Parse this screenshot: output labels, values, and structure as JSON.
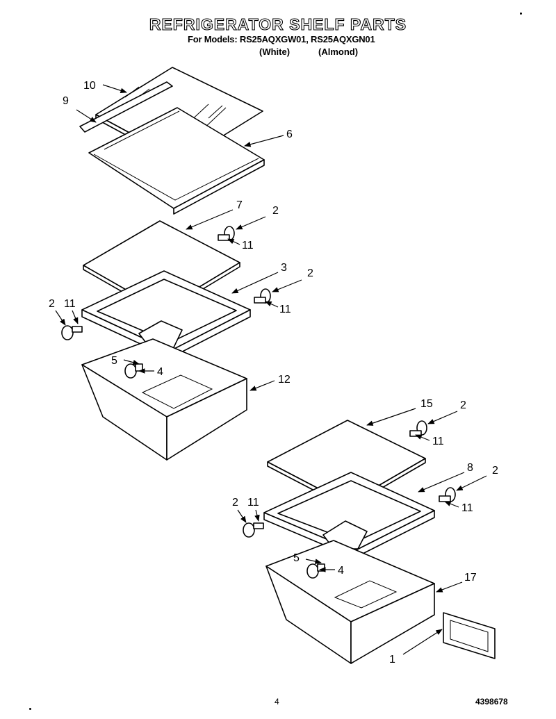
{
  "header": {
    "title": "REFRIGERATOR SHELF PARTS",
    "models": "For Models: RS25AQXGW01, RS25AQXGN01",
    "color_white": "(White)",
    "color_almond": "(Almond)"
  },
  "callouts": {
    "p1": "1",
    "p2a": "2",
    "p2b": "2",
    "p2c": "2",
    "p2d": "2",
    "p2e": "2",
    "p2f": "2",
    "p3": "3",
    "p4a": "4",
    "p4b": "4",
    "p5a": "5",
    "p5b": "5",
    "p6": "6",
    "p7": "7",
    "p8": "8",
    "p9": "9",
    "p10": "10",
    "p11a": "11",
    "p11b": "11",
    "p11c": "11",
    "p11d": "11",
    "p11e": "11",
    "p11f": "11",
    "p12": "12",
    "p15": "15",
    "p17": "17"
  },
  "footer": {
    "page": "4",
    "doc_number": "4398678"
  }
}
